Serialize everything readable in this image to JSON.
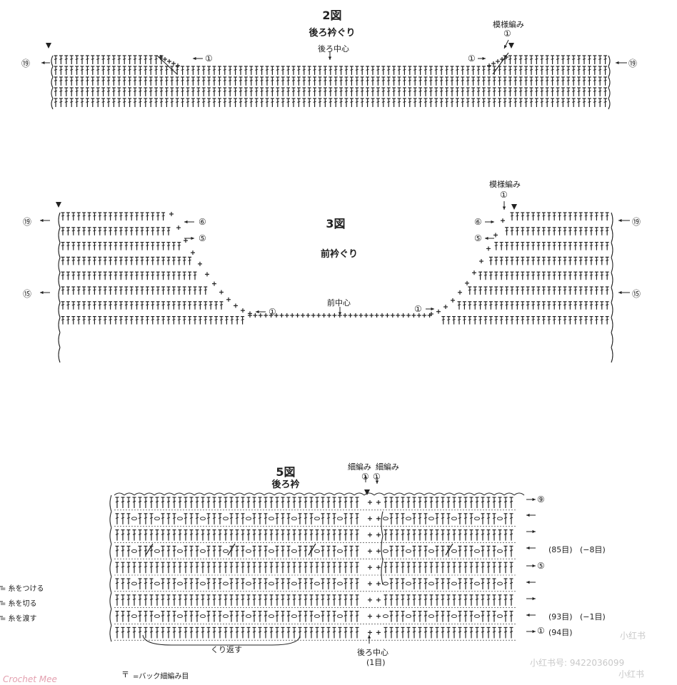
{
  "diagram2": {
    "title": "2図",
    "subtitle": "後ろ衿ぐり",
    "pattern_label": "模様編み",
    "center_label": "後ろ中心",
    "left_row": "⑲",
    "right_row": "⑲",
    "marker_left": "①",
    "marker_right": "①",
    "marker_top": "①",
    "arrow_down": "↓"
  },
  "diagram3": {
    "title": "3図",
    "subtitle": "前衿ぐり",
    "pattern_label": "模様編み",
    "center_label": "前中心",
    "row19_left": "⑲",
    "row15_left": "⑮",
    "row19_right": "⑲",
    "row15_right": "⑮",
    "row6_left": "⑥",
    "row5_left": "⑤",
    "row6_right": "⑥",
    "row5_right": "⑤",
    "marker_left": "①",
    "marker_right": "①",
    "marker_top": "①"
  },
  "diagram5": {
    "title": "5図",
    "subtitle": "後ろ衿",
    "sc_label_1": "細編み",
    "sc_label_2": "細編み",
    "marker_1": "①",
    "marker_2": "①",
    "row9": "⑨",
    "row5": "⑤",
    "row1": "①",
    "count_85": "(85目)",
    "dec_8": "(−8目)",
    "count_93": "(93目)",
    "dec_1": "(−1目)",
    "count_94": "(94目)",
    "repeat_label": "くり返す",
    "center_label": "後ろ中心",
    "center_count": "(1目)",
    "back_sc_symbol": "〒",
    "back_sc_label": "=バック細編み目"
  },
  "legend": {
    "item1": "= 糸をつける",
    "item2": "= 糸を切る",
    "item3": "= 糸を渡す"
  },
  "watermark": {
    "text1": "小红书",
    "text2": "小红书号: 9422036099",
    "text3": "小红书"
  },
  "pink_text": "Crochet Mee",
  "colors": {
    "ink": "#222222",
    "watermark": "#c9c9c9"
  }
}
